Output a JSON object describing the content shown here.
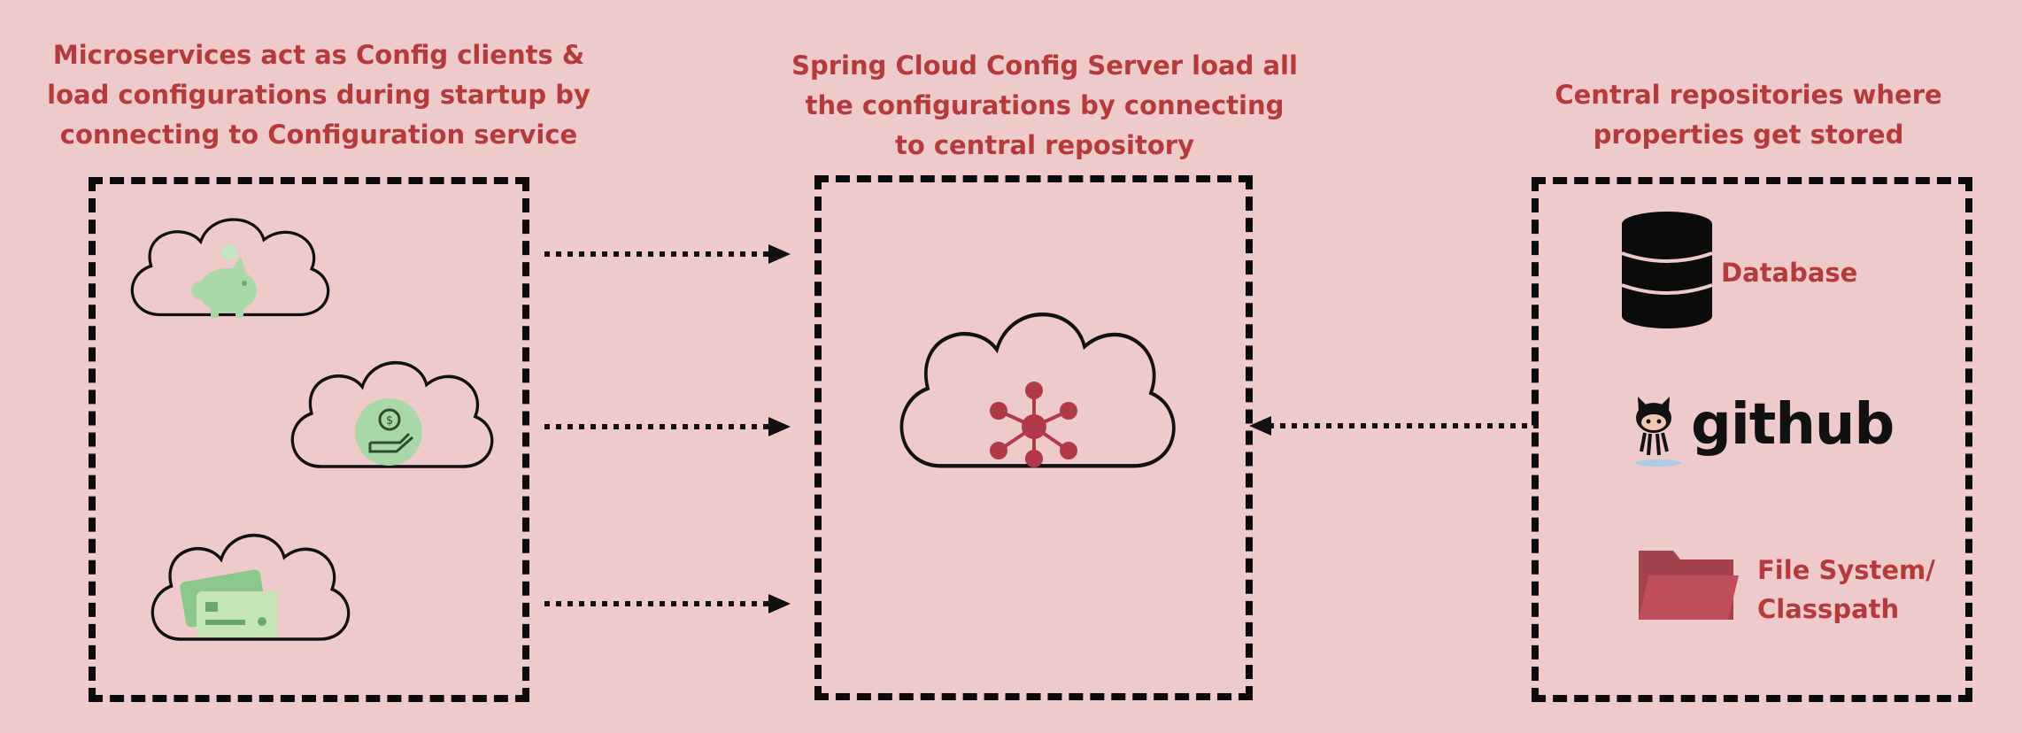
{
  "captions": {
    "left": [
      "Microservices act as Config clients &",
      "load configurations during startup by",
      "connecting to Configuration service"
    ],
    "center": [
      "Spring Cloud Config Server load all",
      "the configurations by connecting",
      "to central repository"
    ],
    "right": [
      "Central repositories where",
      "properties get stored"
    ]
  },
  "repositories": {
    "database": "Database",
    "github": "github",
    "filesystem": [
      "File System/",
      "Classpath"
    ]
  },
  "colors": {
    "background": "#efcacb",
    "caption": "#b43a3c",
    "border": "#0b0b0b",
    "hub": "#b23a48",
    "microservice_icon": "#a9d8a8"
  },
  "icons": {
    "microservice_1": "piggy-bank-icon",
    "microservice_2": "money-hand-icon",
    "microservice_3": "credit-cards-icon",
    "config_server": "hub-network-icon",
    "database": "database-icon",
    "github": "octocat-icon",
    "filesystem": "folder-icon"
  }
}
